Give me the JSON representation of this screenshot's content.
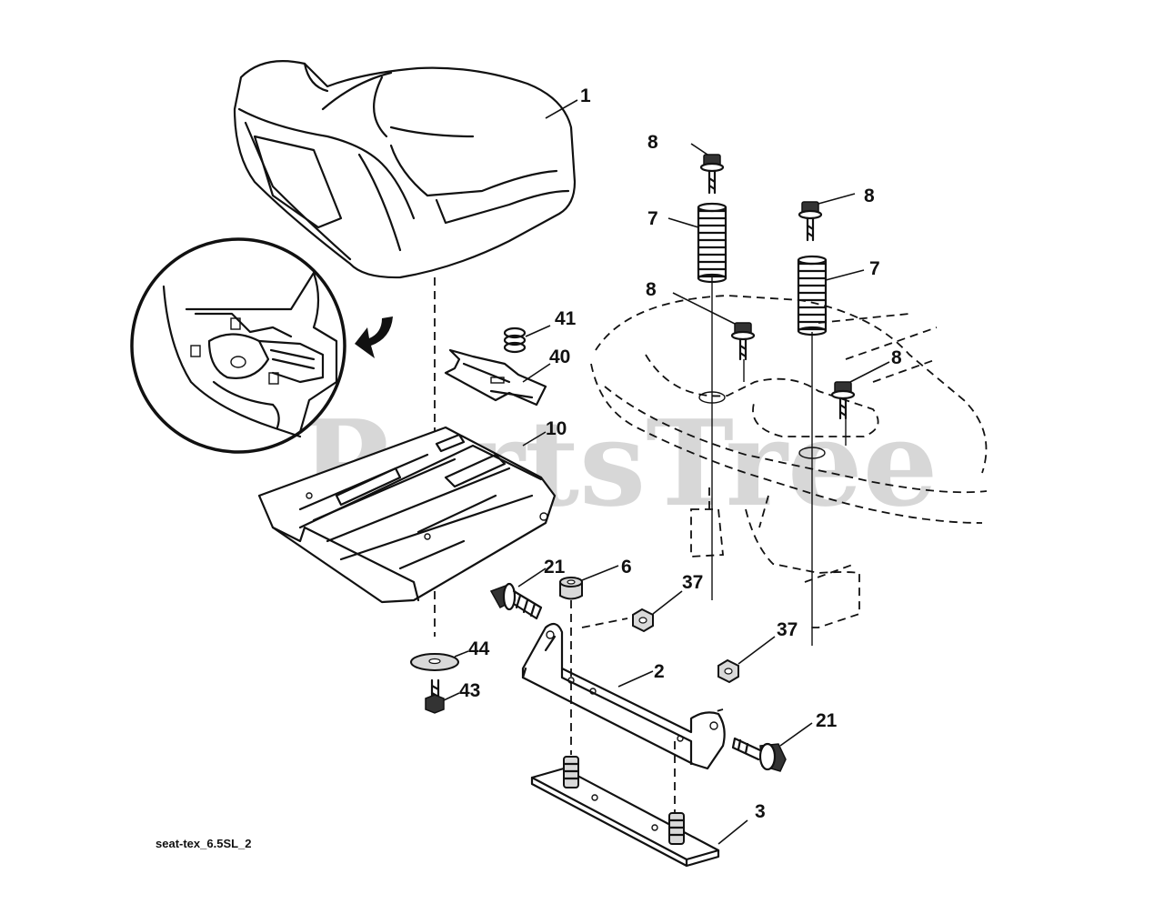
{
  "watermark": "PartsTree",
  "caption": "seat-tex_6.5SL_2",
  "callouts": {
    "c1": "1",
    "c8a": "8",
    "c8b": "8",
    "c8c": "8",
    "c8d": "8",
    "c7a": "7",
    "c7b": "7",
    "c41": "41",
    "c40": "40",
    "c10": "10",
    "c21a": "21",
    "c21b": "21",
    "c6": "6",
    "c37a": "37",
    "c37b": "37",
    "c2": "2",
    "c44": "44",
    "c43": "43",
    "c3": "3"
  }
}
